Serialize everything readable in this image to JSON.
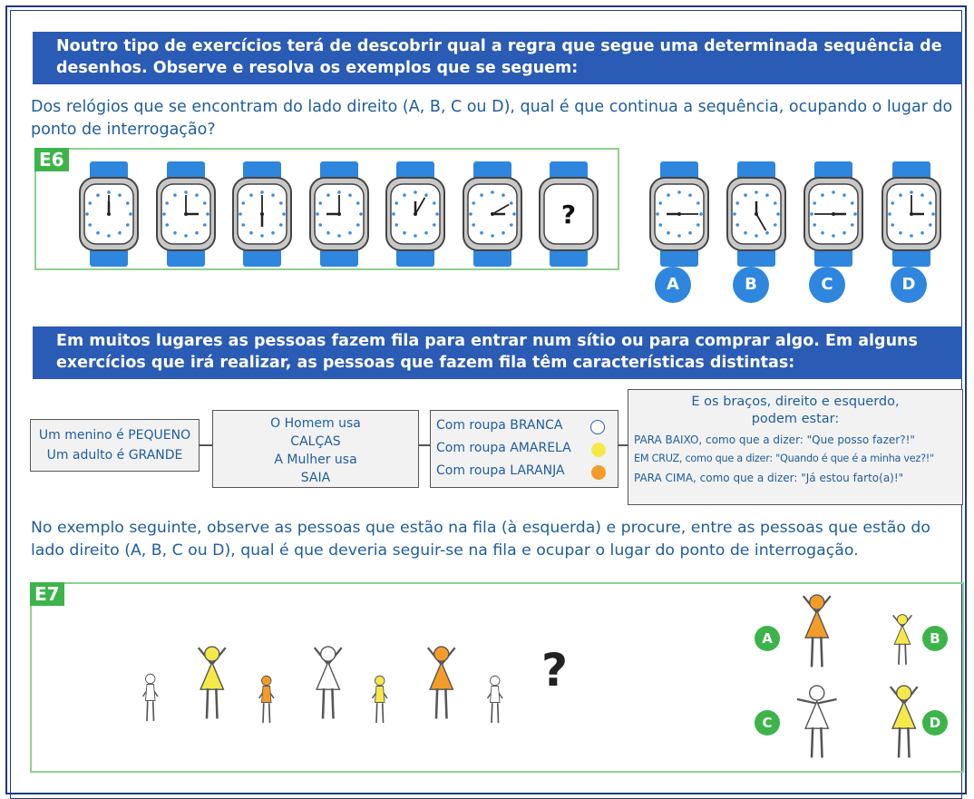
{
  "intro_banner": "Noutro tipo de exercícios terá de descobrir qual a regra que segue uma determinada sequência de desenhos. Observe e resolva os exemplos que se seguem:",
  "e6": {
    "question": "Dos relógios que se encontram do lado direito (A, B, C ou D), qual é que continua a sequência, ocupando o lugar do ponto de interrogação?",
    "tag": "E6",
    "missing_symbol": "?",
    "options": [
      "A",
      "B",
      "C",
      "D"
    ]
  },
  "queue_banner": "Em muitos lugares as pessoas fazem fila para entrar num sítio ou para comprar algo. Em alguns exercícios que irá realizar, as pessoas que fazem fila têm características distintas:",
  "legend": {
    "size": [
      "Um menino é PEQUENO",
      "Um adulto é GRANDE"
    ],
    "clothing": [
      "O Homem usa",
      "CALÇAS",
      "A Mulher usa",
      "SAIA"
    ],
    "colors": [
      {
        "label": "Com roupa BRANCA",
        "color": "#ffffff"
      },
      {
        "label": "Com roupa AMARELA",
        "color": "#f5e94a"
      },
      {
        "label": "Com roupa LARANJA",
        "color": "#f39c2a"
      }
    ],
    "arms_title": [
      "E os braços, direito e esquerdo,",
      "podem estar:"
    ],
    "arms": [
      "PARA BAIXO, como que a dizer: \"Que posso fazer?!\"",
      "EM CRUZ, como que a dizer: \"Quando é que é a minha vez?!\"",
      "PARA CIMA, como que a dizer: \"Já estou farto(a)!\""
    ]
  },
  "e7": {
    "question": "No exemplo seguinte, observe as pessoas que estão na fila (à esquerda) e procure, entre as pessoas que estão do lado direito (A, B, C ou D), qual é que deveria seguir-se na fila e ocupar o lugar do ponto de interrogação.",
    "tag": "E7",
    "missing_symbol": "?",
    "options": [
      "A",
      "B",
      "C",
      "D"
    ]
  },
  "colors": {
    "banner": "#2a5bb5",
    "question_text": "#1f5d9e",
    "green": "#3cb44a",
    "option_blue": "#2e86de",
    "strap": "#2e86de"
  }
}
